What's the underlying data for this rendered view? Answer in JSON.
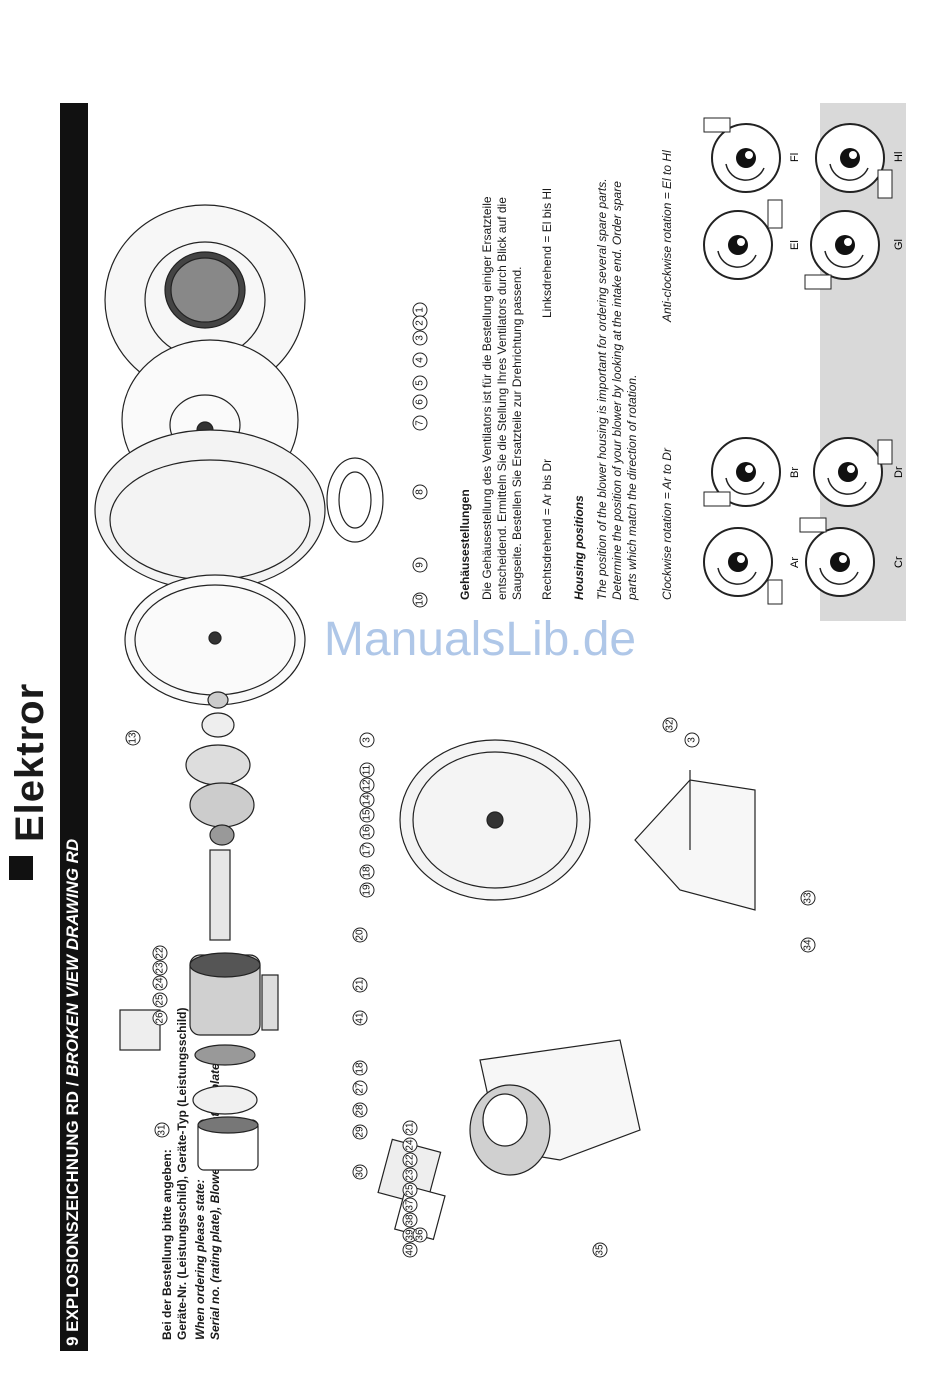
{
  "brand": {
    "logo_text": "Elektror"
  },
  "section": {
    "title_de": "9 EXPLOSIONSZEICHNUNG RD / ",
    "title_en": "BROKEN VIEW DRAWING RD"
  },
  "housing": {
    "heading_de": "Gehäusestellungen",
    "text_de_1": "Die Gehäusestellung des Ventilators ist für die Bestellung einiger Ersatzteile",
    "text_de_2": "entscheidend. Ermitteln Sie die Stellung Ihres Ventilators durch Blick auf die",
    "text_de_3": "Saugseite. Bestellen Sie Ersatzteile zur Drehrichtung passend.",
    "cw_de": "Rechtsdrehend = Ar bis Dr",
    "ccw_de": "Linksdrehend = El bis Hl",
    "heading_en": "Housing positions",
    "text_en_1": "The position of the blower housing is important for ordering several spare parts.",
    "text_en_2": "Determine the position of your blower by looking at the intake end. Order spare",
    "text_en_3": "parts which match the direction of rotation.",
    "cw_en": "Clockwise rotation = Ar to Dr",
    "ccw_en": "Anti-clockwise rotation = El to Hl",
    "positions": [
      "Ar",
      "Br",
      "Cr",
      "Dr",
      "El",
      "Fl",
      "Gl",
      "Hl"
    ]
  },
  "ordering": {
    "line1": "Bei der Bestellung bitte angeben:",
    "line2": "Geräte-Nr. (Leistungsschild), Geräte-Typ (Leistungsschild)",
    "line3": "When ordering please state:",
    "line4": "Serial no. (rating plate), Blower type (rating plate)"
  },
  "watermark": "ManualsLib.de",
  "callouts": [
    "1",
    "2",
    "3",
    "4",
    "5",
    "6",
    "7",
    "8",
    "9",
    "10",
    "3",
    "11",
    "12",
    "14",
    "15",
    "16",
    "17",
    "18",
    "19",
    "20",
    "21",
    "41",
    "18",
    "27",
    "28",
    "29",
    "30",
    "31",
    "13",
    "22",
    "23",
    "24",
    "25",
    "26",
    "32",
    "3",
    "33",
    "34",
    "40",
    "39",
    "38",
    "37",
    "25",
    "23",
    "22",
    "24",
    "21",
    "36",
    "35"
  ],
  "icons": {
    "rotation_arrow": "rotation-arrow-icon"
  }
}
